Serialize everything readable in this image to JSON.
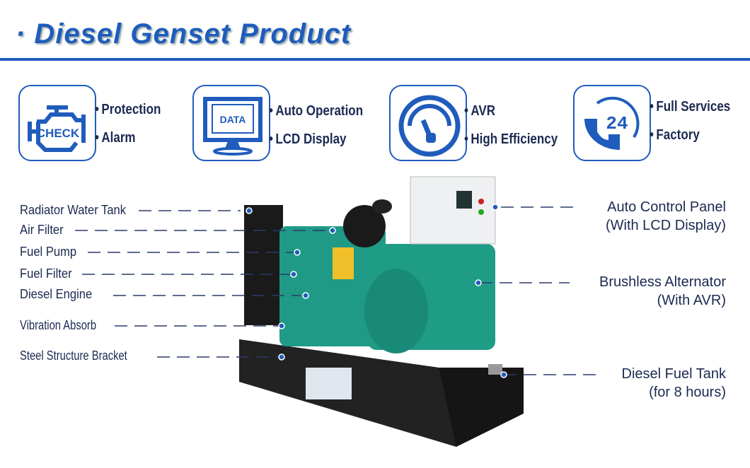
{
  "header": {
    "title": "· Diesel Genset Product"
  },
  "features": [
    {
      "icon": "engine-check-icon",
      "icon_text": "CHECK",
      "lines": [
        "Protection",
        "Alarm"
      ]
    },
    {
      "icon": "monitor-data-icon",
      "icon_text": "DATA",
      "lines": [
        "Auto Operation",
        "LCD Display"
      ]
    },
    {
      "icon": "gauge-icon",
      "lines": [
        "AVR",
        "High Efficiency"
      ]
    },
    {
      "icon": "phone-24-icon",
      "icon_text": "24",
      "lines": [
        "Full Services",
        "Factory"
      ]
    }
  ],
  "left_labels": [
    "Radiator Water Tank",
    "Air Filter",
    "Fuel Pump",
    "Fuel Filter",
    "Diesel Engine",
    "Vibration Absorb",
    "Steel Structure Bracket"
  ],
  "right_labels": [
    {
      "line1": "Auto Control Panel",
      "line2": "(With LCD Display)"
    },
    {
      "line1": "Brushless Alternator",
      "line2": "(With AVR)"
    },
    {
      "line1": "Diesel Fuel Tank",
      "line2": "(for 8 hours)"
    }
  ],
  "colors": {
    "accent": "#1f5cbc",
    "text": "#1c2a52",
    "engine_green": "#1f9a86",
    "frame": "#151515"
  }
}
